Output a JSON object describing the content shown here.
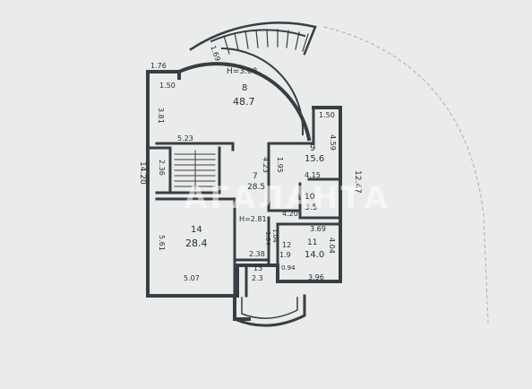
{
  "plan": {
    "ceiling_height": "H=3.08",
    "rooms": [
      {
        "id": "8",
        "area": "48.7"
      },
      {
        "id": "9",
        "area": "15.6"
      },
      {
        "id": "7",
        "area": "28.5"
      },
      {
        "id": "10",
        "area": "3.5"
      },
      {
        "id": "14",
        "area": "28.4"
      },
      {
        "id": "11",
        "area": "14.0"
      },
      {
        "id": "12",
        "area": "1.9"
      },
      {
        "id": "13",
        "area": "2.3"
      }
    ],
    "dimensions": {
      "stair_top": "1.69",
      "upper_left": "1.76",
      "hall_upper_left": "1.50",
      "hall_left_height": "3.81",
      "hall_bottom": "5.23",
      "room9_top": "1.50",
      "room9_height": "4.59",
      "room9_bottom": "4.15",
      "corridor_a": "4.23",
      "corridor_b": "1.95",
      "total_height": "14.20",
      "stair_width": "2.36",
      "right_total": "12.47",
      "room10_bottom": "4.20",
      "ceiling_lower": "H=2.81",
      "room11_top": "3.69",
      "room11_height": "4.04",
      "room11_bottom": "3.96",
      "room14_height": "5.61",
      "room14_bottom": "5.07",
      "small_a": "1.64",
      "small_b": "2.38",
      "small_c": "0.94",
      "small_d": "1.04"
    }
  },
  "watermark": "АГАЛАНТА",
  "colors": {
    "background": "#e9eceb",
    "line": "#3a3d44",
    "text": "#2a2c30"
  }
}
